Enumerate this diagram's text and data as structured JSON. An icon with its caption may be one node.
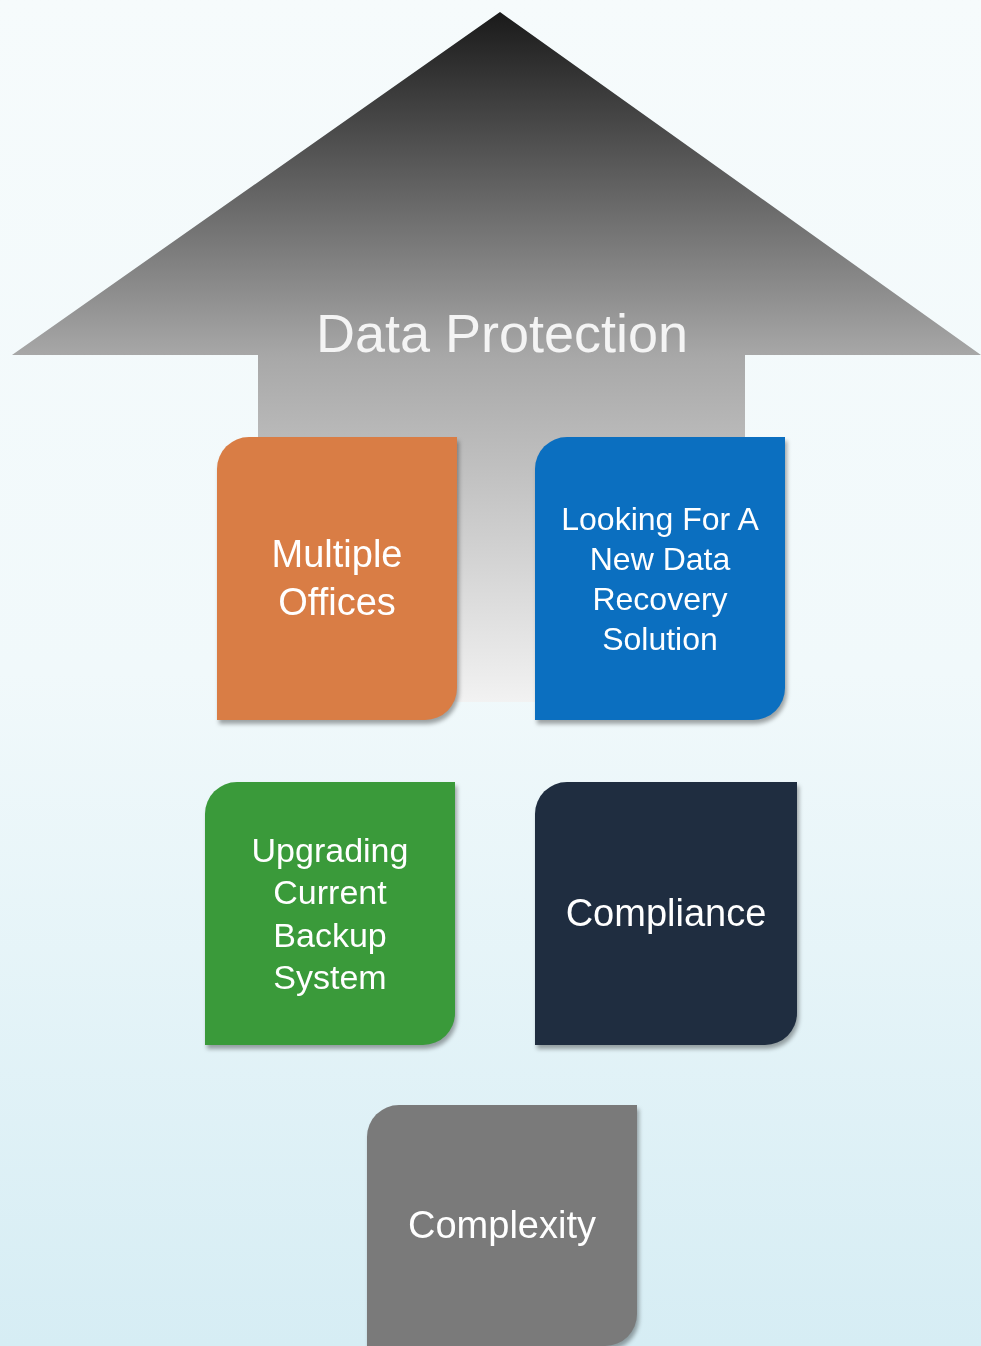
{
  "diagram": {
    "nodes": [
      {
        "text": [
          "Data Protection"
        ]
      },
      {
        "text": [
          "Multiple Offices"
        ]
      },
      {
        "text": [
          "Looking For A New Data Recovery Solution"
        ]
      },
      {
        "text": [
          "Upgrading Current Backup System"
        ]
      },
      {
        "text": [
          "Compliance"
        ]
      },
      {
        "text": [
          "Complexity"
        ]
      }
    ]
  }
}
